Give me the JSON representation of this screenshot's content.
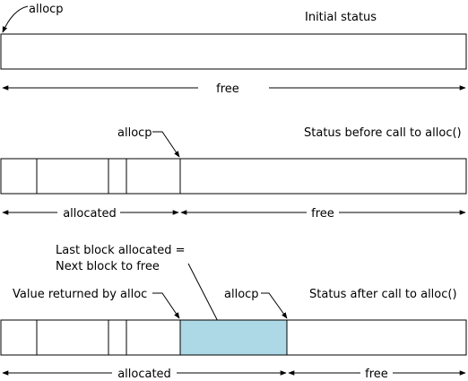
{
  "colors": {
    "highlight": "#add8e6",
    "stroke": "#000000",
    "background": "#ffffff"
  },
  "panel1": {
    "status": "Initial status",
    "pointer": "allocp",
    "free": "free"
  },
  "panel2": {
    "status": "Status before call to alloc()",
    "pointer": "allocp",
    "allocated": "allocated",
    "free": "free"
  },
  "panel3": {
    "status": "Status after call to alloc()",
    "pointer": "allocp",
    "returned": "Value returned by alloc",
    "note_line1": "Last block allocated =",
    "note_line2": "Next block to free",
    "allocated": "allocated",
    "free": "free"
  }
}
